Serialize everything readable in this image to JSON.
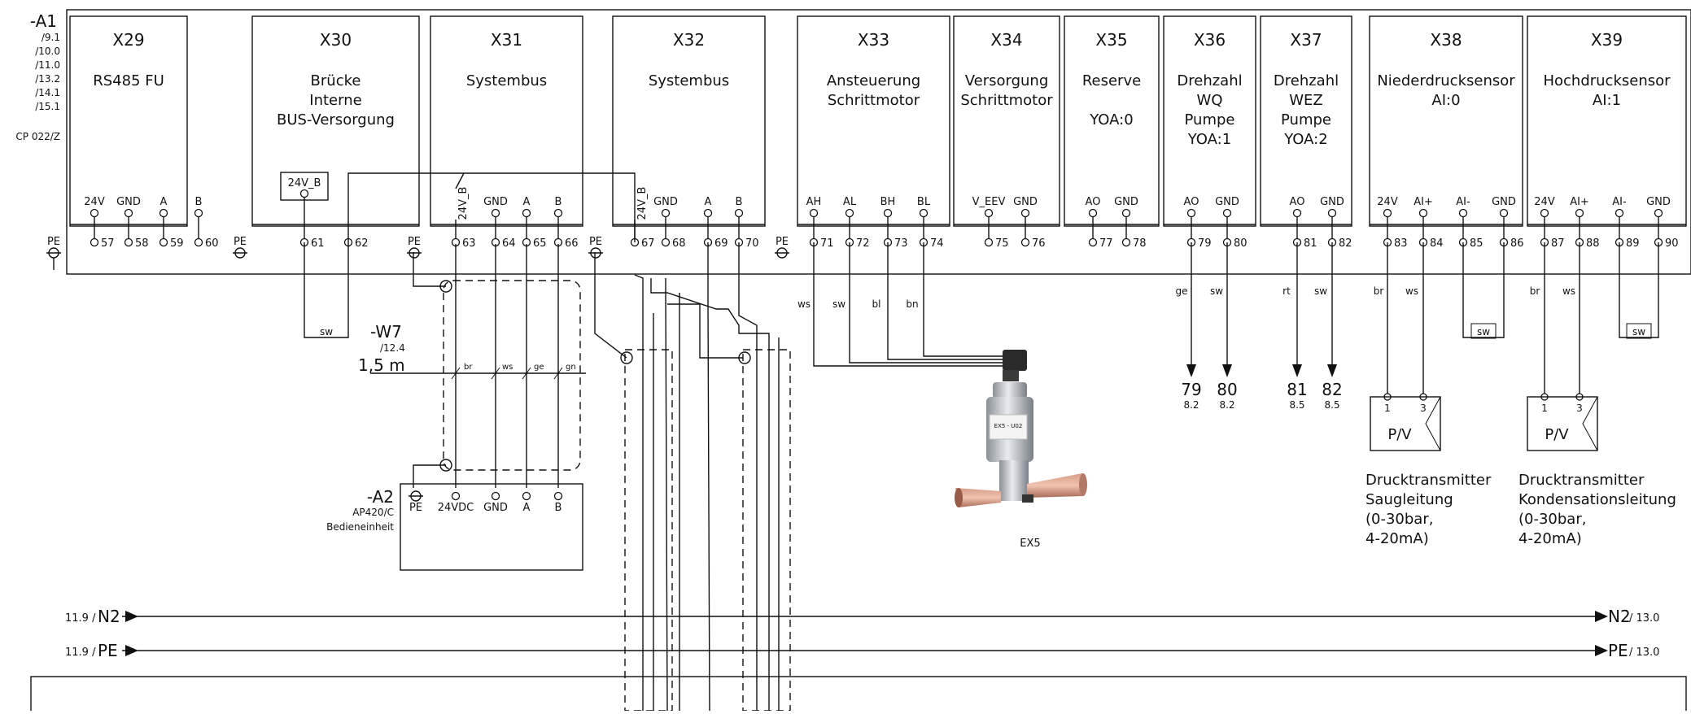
{
  "device": {
    "id": "-A1",
    "refs": [
      "/9.1",
      "/10.0",
      "/11.0",
      "/13.2",
      "/14.1",
      "/15.1"
    ],
    "model": "CP 022/Z",
    "pe_label": "PE"
  },
  "blocks": [
    {
      "id": "X29",
      "desc": [
        "RS485 FU"
      ],
      "pins": [
        "24V",
        "GND",
        "A",
        "B"
      ],
      "terms": [
        "57",
        "58",
        "59",
        "60"
      ]
    },
    {
      "id": "X30",
      "desc": [
        "Brücke",
        "Interne",
        "BUS-Versorgung"
      ],
      "pins": [
        "24V_B"
      ],
      "terms": [
        "61",
        "62"
      ]
    },
    {
      "id": "X31",
      "desc": [
        "Systembus"
      ],
      "pins": [
        "24V_B",
        "GND",
        "A",
        "B"
      ],
      "terms": [
        "63",
        "64",
        "65",
        "66"
      ]
    },
    {
      "id": "X32",
      "desc": [
        "Systembus"
      ],
      "pins": [
        "24V_B",
        "GND",
        "A",
        "B"
      ],
      "terms": [
        "67",
        "68",
        "69",
        "70"
      ]
    },
    {
      "id": "X33",
      "desc": [
        "Ansteuerung",
        "Schrittmotor"
      ],
      "pins": [
        "AH",
        "AL",
        "BH",
        "BL"
      ],
      "terms": [
        "71",
        "72",
        "73",
        "74"
      ]
    },
    {
      "id": "X34",
      "desc": [
        "Versorgung",
        "Schrittmotor"
      ],
      "pins": [
        "V_EEV",
        "GND"
      ],
      "terms": [
        "75",
        "76"
      ]
    },
    {
      "id": "X35",
      "desc": [
        "Reserve",
        "",
        "YOA:0"
      ],
      "pins": [
        "AO",
        "GND"
      ],
      "terms": [
        "77",
        "78"
      ]
    },
    {
      "id": "X36",
      "desc": [
        "Drehzahl",
        "WQ",
        "Pumpe",
        "YOA:1"
      ],
      "pins": [
        "AO",
        "GND"
      ],
      "terms": [
        "79",
        "80"
      ]
    },
    {
      "id": "X37",
      "desc": [
        "Drehzahl",
        "WEZ",
        "Pumpe",
        "YOA:2"
      ],
      "pins": [
        "AO",
        "GND"
      ],
      "terms": [
        "81",
        "82"
      ]
    },
    {
      "id": "X38",
      "desc": [
        "Niederdrucksensor",
        "AI:0"
      ],
      "pins": [
        "24V",
        "AI+",
        "AI-",
        "GND"
      ],
      "terms": [
        "83",
        "84",
        "85",
        "86"
      ]
    },
    {
      "id": "X39",
      "desc": [
        "Hochdrucksensor",
        "AI:1"
      ],
      "pins": [
        "24V",
        "AI+",
        "AI-",
        "GND"
      ],
      "terms": [
        "87",
        "88",
        "89",
        "90"
      ]
    }
  ],
  "wire_colors": {
    "x30_bridge": "sw",
    "cable_cores": [
      "br",
      "ws",
      "ge",
      "gn"
    ],
    "valve": [
      "ws",
      "sw",
      "bl",
      "bn"
    ],
    "x36": [
      "ge",
      "sw"
    ],
    "x37": [
      "rt",
      "sw"
    ],
    "x38": [
      "br",
      "ws",
      "sw"
    ],
    "x39": [
      "br",
      "ws",
      "sw"
    ]
  },
  "cable": {
    "id": "-W7",
    "ref": "/12.4",
    "length": "1,5 m"
  },
  "panel": {
    "id": "-A2",
    "model": "AP420/C",
    "desc": "Bedieneinheit",
    "pins": [
      "PE",
      "24VDC",
      "GND",
      "A",
      "B"
    ]
  },
  "valve": {
    "label": "EX5",
    "nameplate": "EX5 - U02"
  },
  "outputs": [
    {
      "num": "79",
      "ref": "8.2"
    },
    {
      "num": "80",
      "ref": "8.2"
    },
    {
      "num": "81",
      "ref": "8.5"
    },
    {
      "num": "82",
      "ref": "8.5"
    }
  ],
  "sensors": [
    {
      "symbol": "P/V",
      "pin1": "1",
      "pin3": "3",
      "desc": [
        "Drucktransmitter",
        "Saugleitung",
        "(0-30bar,",
        "4-20mA)"
      ]
    },
    {
      "symbol": "P/V",
      "pin1": "1",
      "pin3": "3",
      "desc": [
        "Drucktransmitter",
        "Kondensationsleitung",
        "(0-30bar,",
        "4-20mA)"
      ]
    }
  ],
  "rails": [
    {
      "left_ref": "11.9 /",
      "name": "N2",
      "right_ref": "/ 13.0"
    },
    {
      "left_ref": "11.9 /",
      "name": "PE",
      "right_ref": "/ 13.0"
    }
  ]
}
